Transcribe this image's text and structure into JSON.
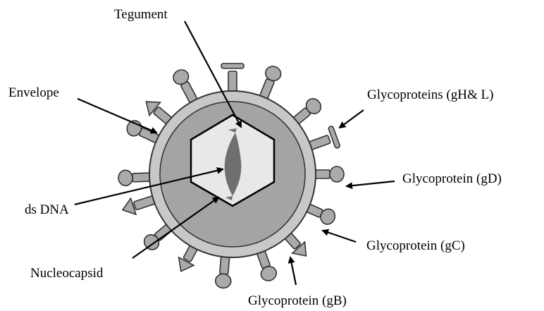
{
  "labels": {
    "tegument": "Tegument",
    "envelope": "Envelope",
    "ds_dna": "ds DNA",
    "nucleocapsid": "Nucleocapsid",
    "gh_l": "Glycoproteins (gH& L)",
    "gd": "Glycoprotein (gD)",
    "gc": "Glycoprotein (gC)",
    "gb": "Glycoprotein (gB)"
  },
  "colors": {
    "envelope": "#c8c8c8",
    "tegument": "#9a9a9a",
    "capsid_fill": "#e6e6e6",
    "dna": "#6f6f6f",
    "spike": "#aaaaaa",
    "outline": "#333333"
  }
}
